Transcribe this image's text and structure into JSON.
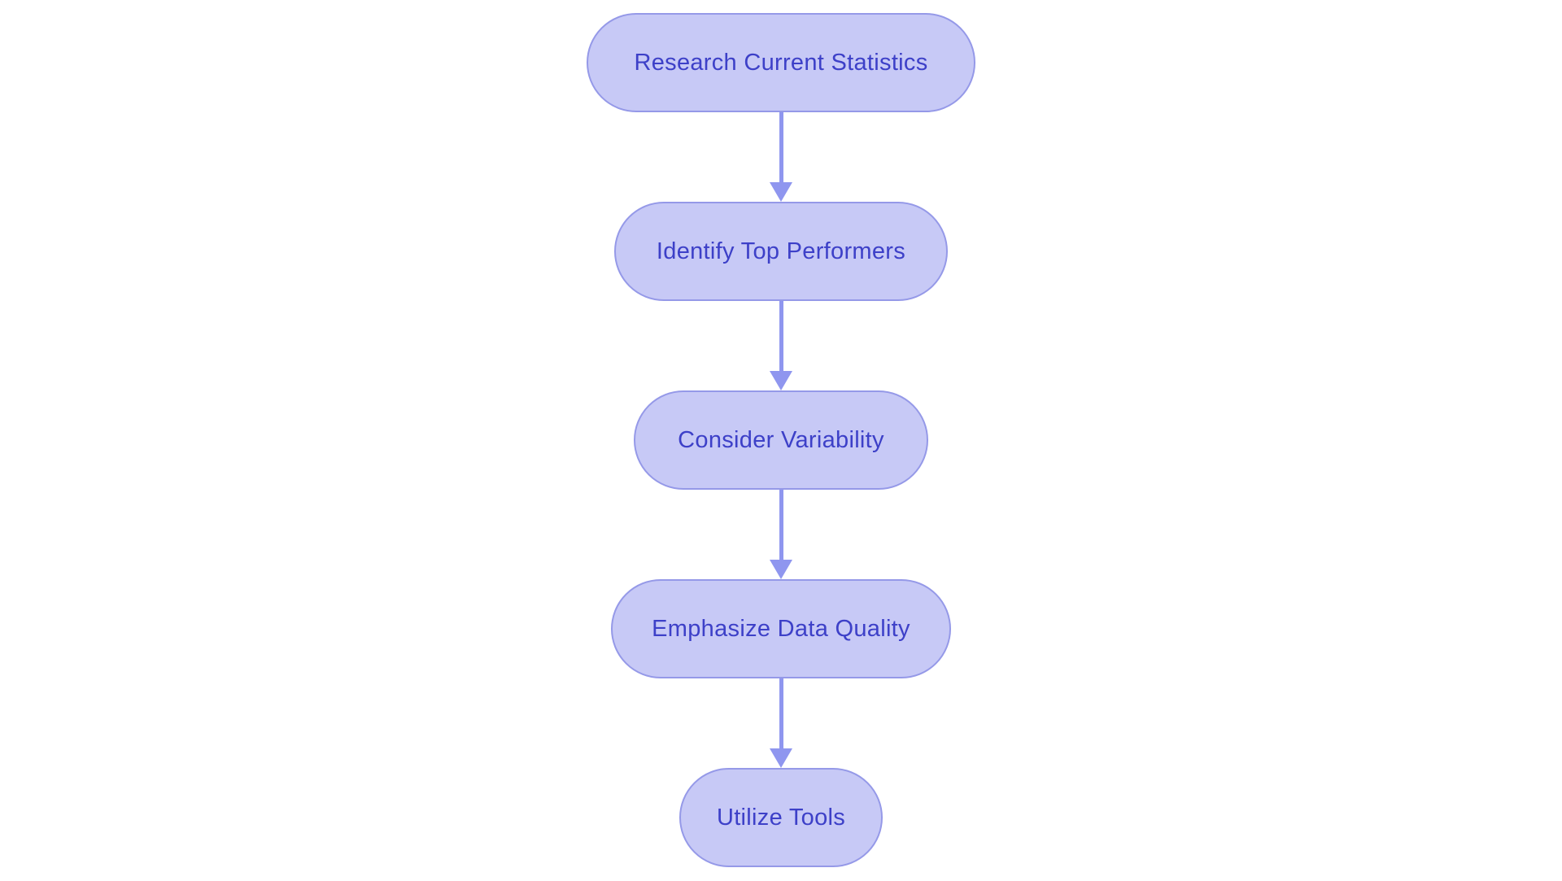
{
  "diagram": {
    "type": "flowchart",
    "direction": "top-to-bottom",
    "nodes": [
      {
        "label": "Research Current Statistics"
      },
      {
        "label": "Identify Top Performers"
      },
      {
        "label": "Consider Variability"
      },
      {
        "label": "Emphasize Data Quality"
      },
      {
        "label": "Utilize Tools"
      }
    ],
    "edges": [
      {
        "from": 0,
        "to": 1
      },
      {
        "from": 1,
        "to": 2
      },
      {
        "from": 2,
        "to": 3
      },
      {
        "from": 3,
        "to": 4
      }
    ],
    "colors": {
      "node_fill": "#c7c9f6",
      "node_border": "#9599e8",
      "node_text": "#3d40c8",
      "arrow": "#8f96ef",
      "background": "#ffffff"
    }
  }
}
